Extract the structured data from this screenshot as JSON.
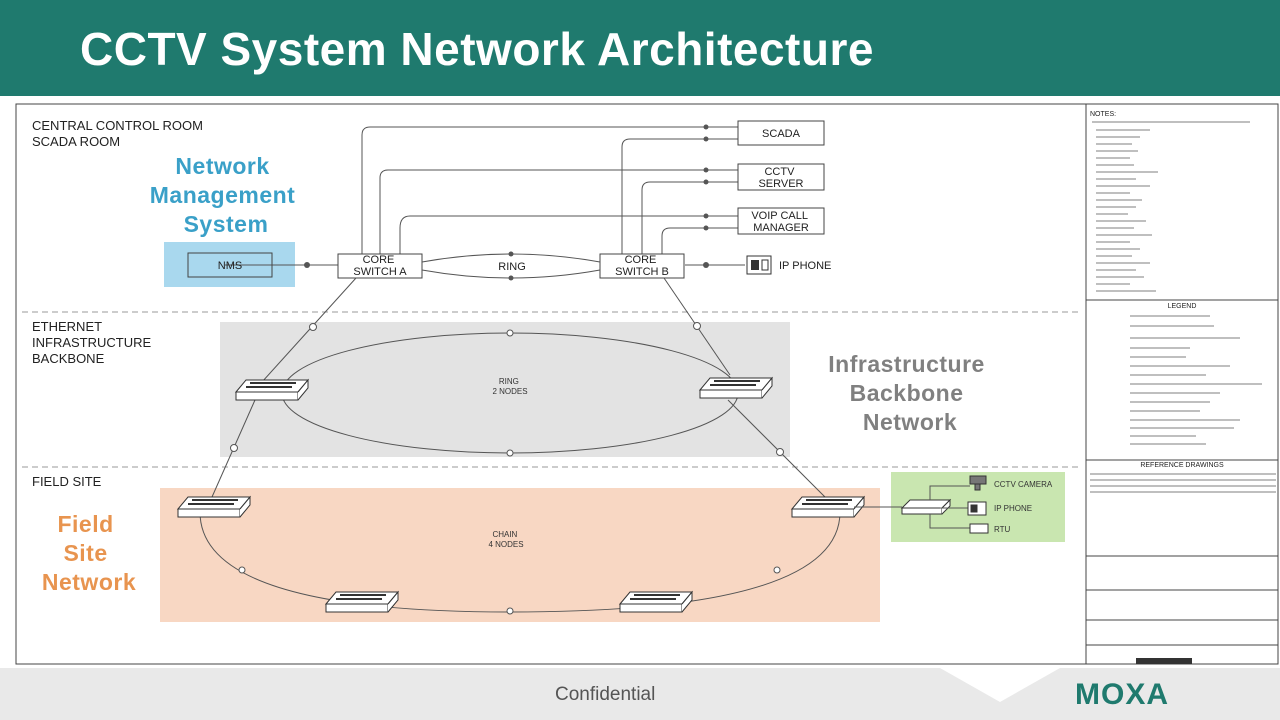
{
  "header": {
    "title": "CCTV System Network Architecture"
  },
  "zones": {
    "control_room": [
      "CENTRAL CONTROL ROOM",
      "SCADA ROOM"
    ],
    "backbone": [
      "ETHERNET",
      "INFRASTRUCTURE",
      "BACKBONE"
    ],
    "field_site": "FIELD SITE"
  },
  "highlights": {
    "nms": [
      "Network",
      "Management",
      "System"
    ],
    "backbone": [
      "Infrastructure",
      "Backbone",
      "Network"
    ],
    "field": [
      "Field",
      "Site",
      "Network"
    ]
  },
  "nodes": {
    "nms": "NMS",
    "core_a": [
      "CORE",
      "SWITCH A"
    ],
    "core_b": [
      "CORE",
      "SWITCH B"
    ],
    "ring_top": "RING",
    "scada": "SCADA",
    "cctv_server": [
      "CCTV",
      "SERVER"
    ],
    "voip": [
      "VOIP CALL",
      "MANAGER"
    ],
    "ip_phone": "IP PHONE",
    "backbone_ring": [
      "RING",
      "2 NODES"
    ],
    "field_chain": [
      "CHAIN",
      "4 NODES"
    ],
    "cctv_camera": "CCTV CAMERA",
    "field_ip_phone": "IP PHONE",
    "rtu": "RTU"
  },
  "notes_panel": {
    "title": "NOTES:",
    "legend_title": "LEGEND",
    "reference_title": "REFERENCE DRAWINGS"
  },
  "footer": {
    "confidential": "Confidential",
    "brand": "MOXA"
  },
  "colors": {
    "header_bg": "#1f7a6e",
    "nms_highlight": "#a9d8ee",
    "backbone_highlight": "#e3e3e3",
    "field_highlight": "#f8d7c3",
    "device_highlight": "#c9e6b0",
    "nms_text": "#3aa0c8",
    "backbone_text": "#808080",
    "field_text": "#e8944f"
  }
}
